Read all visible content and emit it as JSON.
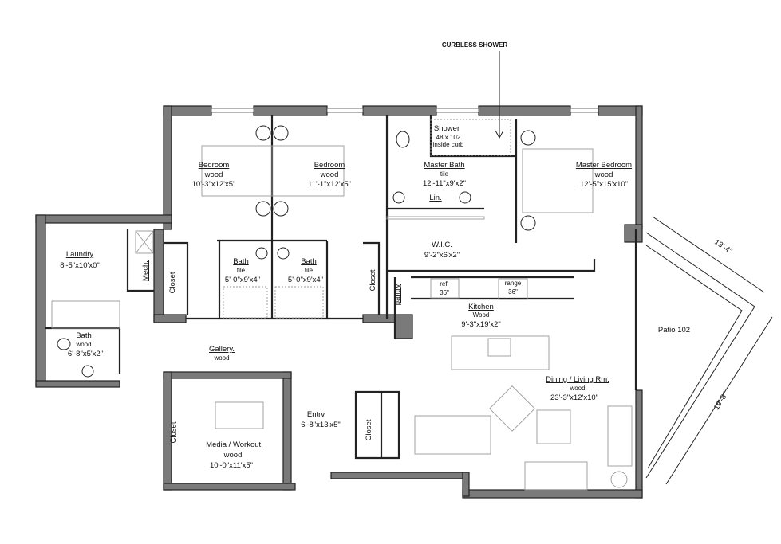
{
  "annotation": "CURBLESS SHOWER",
  "rooms": {
    "bedroom1": {
      "name": "Bedroom",
      "floor": "wood",
      "dims": "10'-3\"x12'x5\""
    },
    "bedroom2": {
      "name": "Bedroom",
      "floor": "wood",
      "dims": "11'-1\"x12'x5\""
    },
    "bath1": {
      "name": "Bath",
      "floor": "tile",
      "dims": "5'-0\"x9'x4\""
    },
    "bath2": {
      "name": "Bath",
      "floor": "tile",
      "dims": "5'-0\"x9'x4\""
    },
    "laundry": {
      "name": "Laundry",
      "dims": "8'-5\"x10'x0\""
    },
    "mech": {
      "name": "Mech."
    },
    "bath3": {
      "name": "Bath",
      "floor": "wood",
      "dims": "6'-8\"x5'x2\""
    },
    "gallery": {
      "name": "Gallery.",
      "floor": "wood"
    },
    "master_bath": {
      "name": "Master Bath",
      "floor": "tile",
      "dims": "12'-11\"x9'x2\""
    },
    "shower": {
      "name": "Shower",
      "size": "48 x 102",
      "note": "inside curb"
    },
    "linen": {
      "name": "Lin."
    },
    "master_bedroom": {
      "name": "Master Bedroom",
      "floor": "wood",
      "dims": "12'-5\"x15'x10\""
    },
    "wic": {
      "name": "W.I.C.",
      "dims": "9'-2\"x6'x2\""
    },
    "kitchen": {
      "name": "Kitchen",
      "floor": "Wood",
      "dims": "9'-3\"x19'x2\""
    },
    "patio": {
      "name": "Patio 102",
      "dim_a": "13'-4\"",
      "dim_b": "19'-8\""
    },
    "dining_living": {
      "name": "Dining / Living Rm.",
      "floor": "wood",
      "dims": "23'-3\"x12'x10\""
    },
    "entry": {
      "name": "Entrv",
      "dims": "6'-8\"x13'x5\""
    },
    "media": {
      "name": "Media / Workout.",
      "floor": "wood",
      "dims": "10'-0\"x11'x5\""
    }
  },
  "closets": [
    "Closet",
    "Closet",
    "Closet",
    "Closet"
  ],
  "pantry": "pantry",
  "appliances": {
    "ref": "ref.",
    "ref_size": "36\"",
    "range": "range",
    "range_size": "36\""
  },
  "colors": {
    "wall": "#7a7a7a",
    "line": "#222222"
  }
}
